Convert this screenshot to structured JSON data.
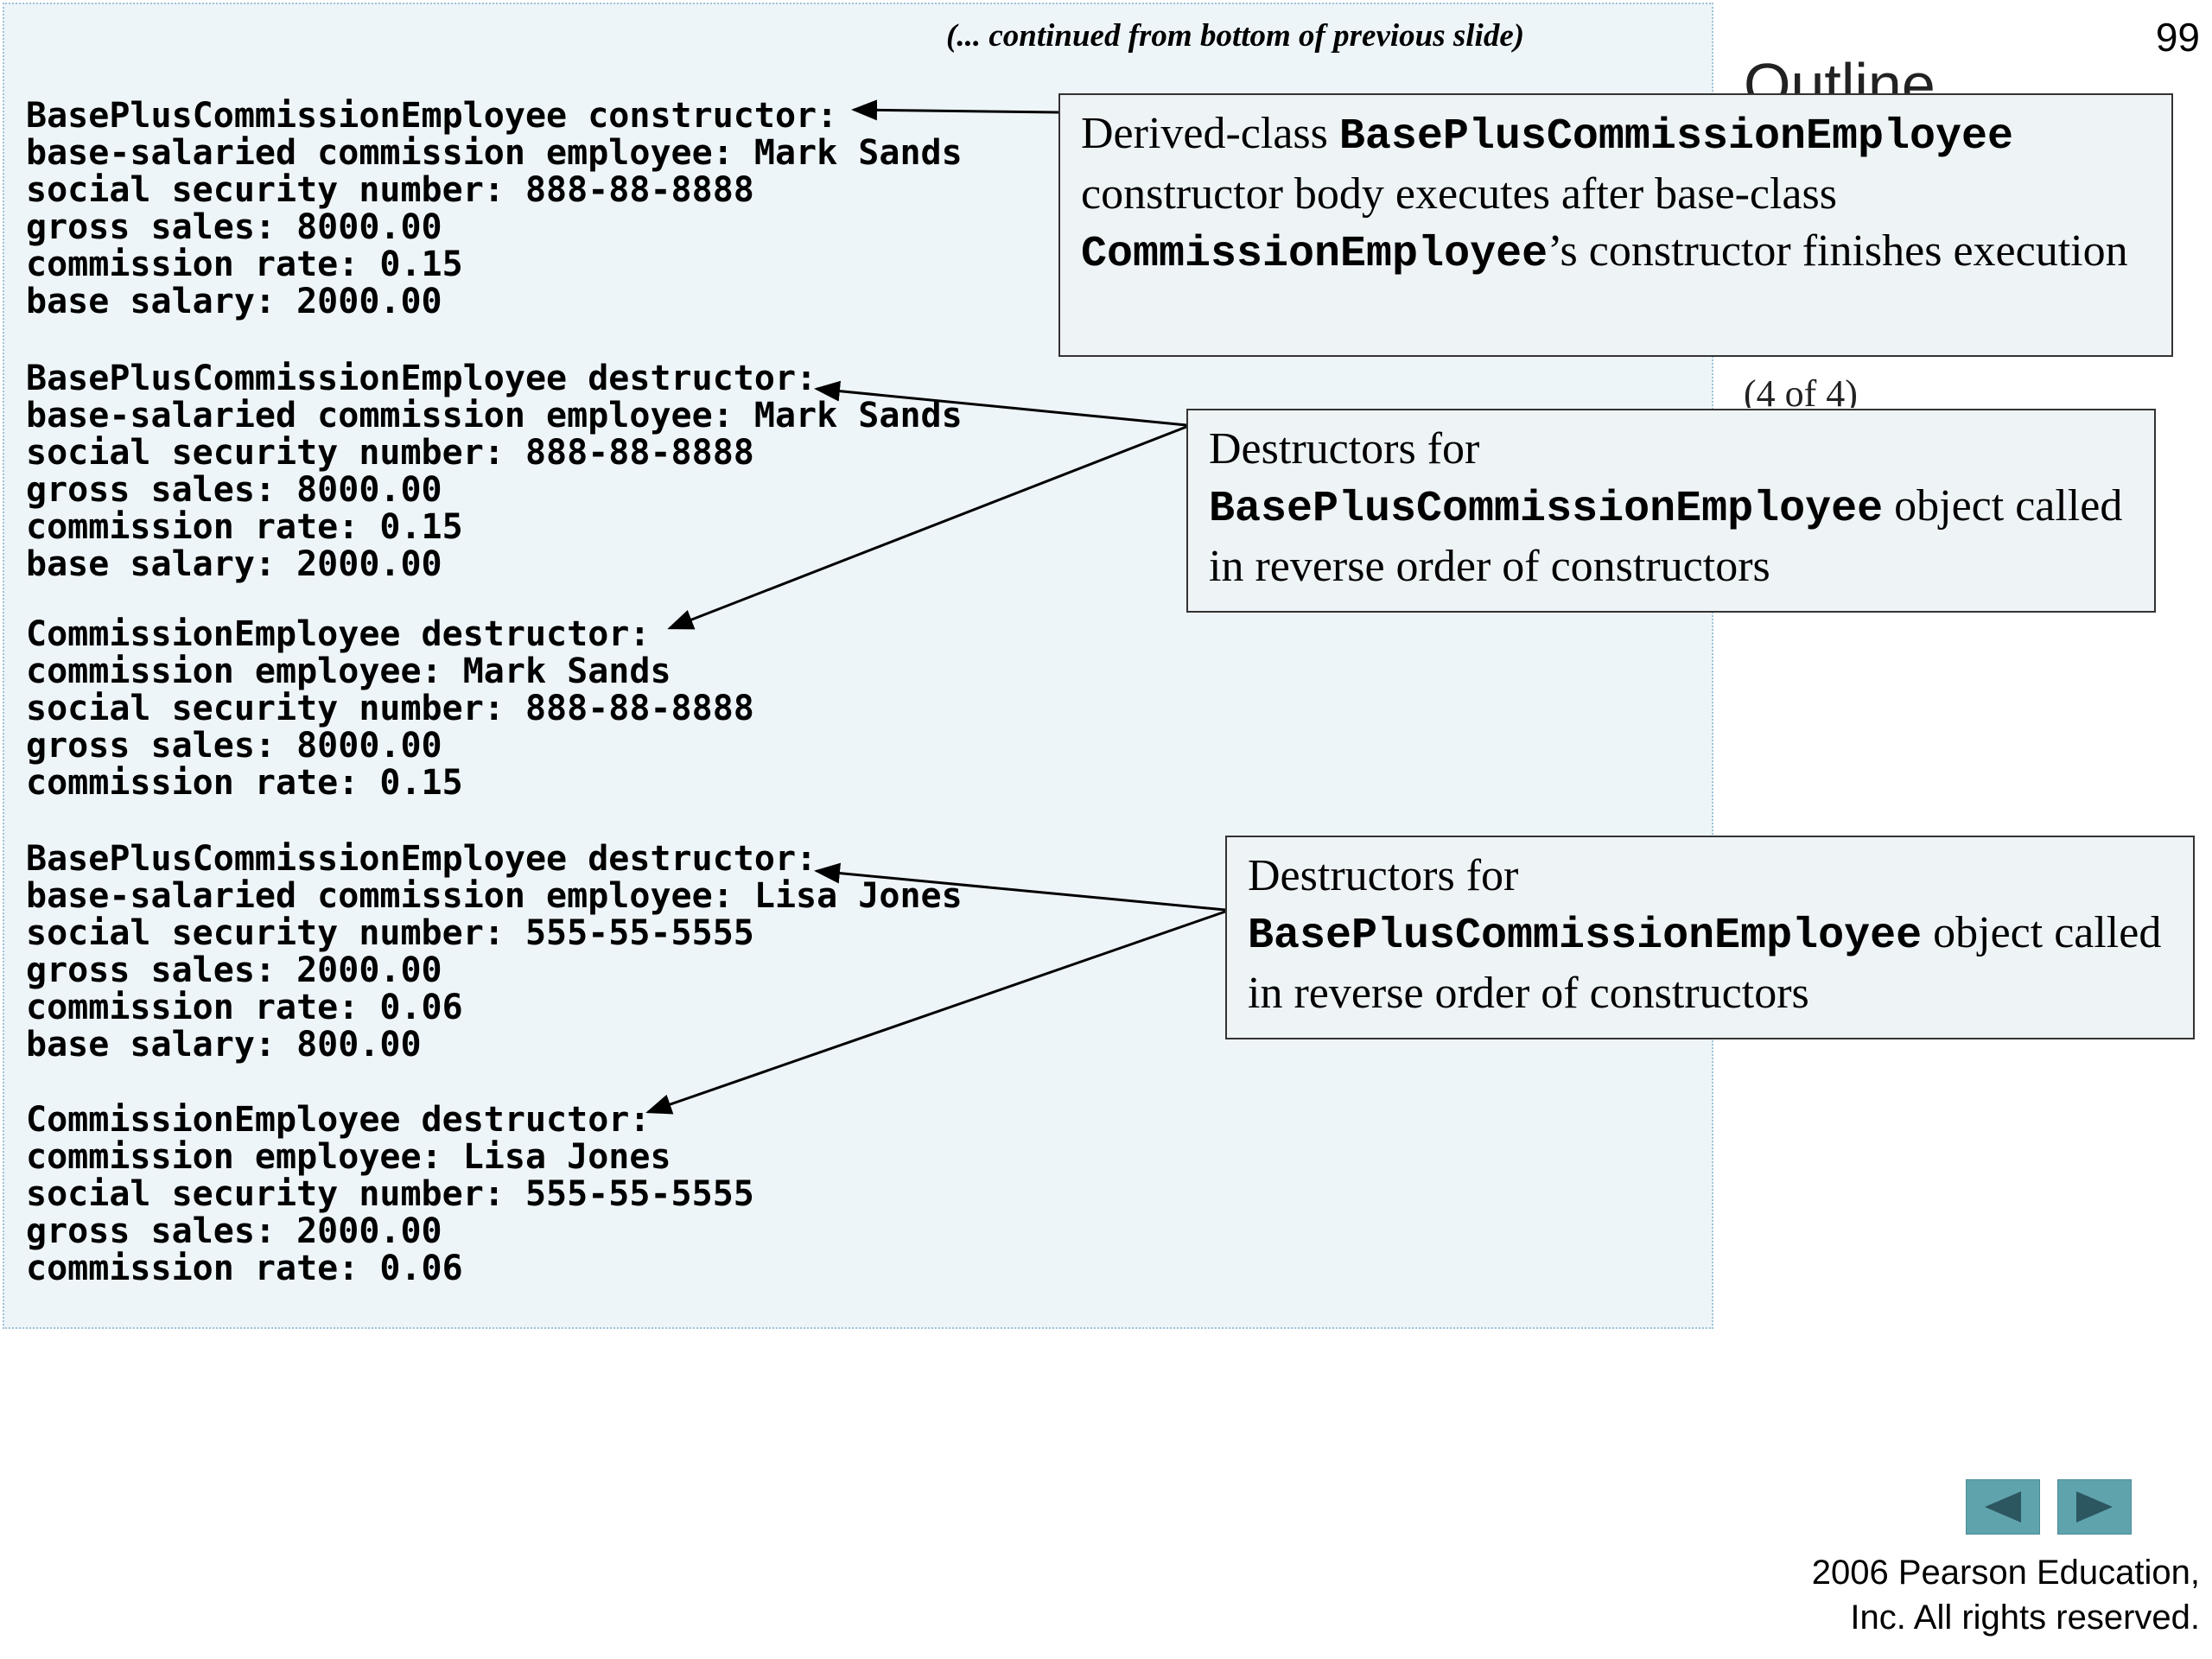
{
  "slide": {
    "page_number": "99",
    "continued_note": "(... continued from bottom of previous slide)",
    "outline_title": "Outline",
    "subtitle": "(4 of 4)"
  },
  "output_blocks": [
    {
      "header": "BasePlusCommissionEmployee constructor:",
      "lines": [
        "base-salaried commission employee: Mark Sands",
        "social security number: 888-88-8888",
        "gross sales: 8000.00",
        "commission rate: 0.15",
        "base salary: 2000.00"
      ]
    },
    {
      "header": "BasePlusCommissionEmployee destructor:",
      "lines": [
        "base-salaried commission employee: Mark Sands",
        "social security number: 888-88-8888",
        "gross sales: 8000.00",
        "commission rate: 0.15",
        "base salary: 2000.00"
      ]
    },
    {
      "header": "CommissionEmployee destructor:",
      "lines": [
        "commission employee: Mark Sands",
        "social security number: 888-88-8888",
        "gross sales: 8000.00",
        "commission rate: 0.15"
      ]
    },
    {
      "header": "BasePlusCommissionEmployee destructor:",
      "lines": [
        "base-salaried commission employee: Lisa Jones",
        "social security number: 555-55-5555",
        "gross sales: 2000.00",
        "commission rate: 0.06",
        "base salary: 800.00"
      ]
    },
    {
      "header": "CommissionEmployee destructor:",
      "lines": [
        "commission employee: Lisa Jones",
        "social security number: 555-55-5555",
        "gross sales: 2000.00",
        "commission rate: 0.06"
      ]
    }
  ],
  "callouts": {
    "constructor": {
      "prefix": "Derived-class ",
      "code1": "BasePlusCommissionEmployee",
      "middle": " constructor body executes after base-class ",
      "code2": "CommissionEmployee",
      "suffix": "’s constructor finishes execution"
    },
    "destructors_mark": {
      "prefix": "Destructors for ",
      "code": "BasePlusCommissionEmployee",
      "suffix": " object called in reverse order of constructors"
    },
    "destructors_lisa": {
      "prefix": "Destructors for ",
      "code": "BasePlusCommissionEmployee",
      "suffix": " object called in reverse order of constructors"
    }
  },
  "navigation": {
    "prev_icon": "left-triangle",
    "next_icon": "right-triangle",
    "color": "#5fa3ad"
  },
  "footer": {
    "copyright_line1": "2006 Pearson Education,",
    "copyright_line2": "Inc.  All rights reserved."
  }
}
